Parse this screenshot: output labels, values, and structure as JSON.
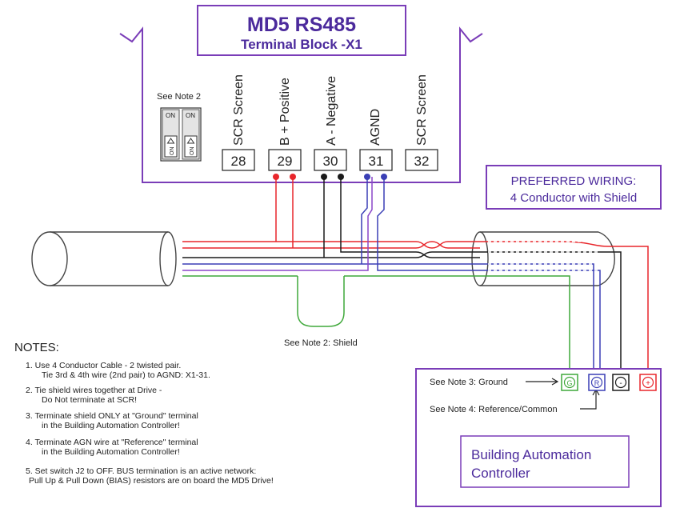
{
  "header": {
    "title": "MD5 RS485",
    "subtitle": "Terminal Block -X1"
  },
  "switch_note": "See Note 2",
  "switch_on_labels": [
    "ON",
    "ON",
    "ON",
    "ON"
  ],
  "terminals": [
    {
      "number": "28",
      "label": "SCR  Screen"
    },
    {
      "number": "29",
      "label": "B + Positive"
    },
    {
      "number": "30",
      "label": "A - Negative"
    },
    {
      "number": "31",
      "label": "AGND"
    },
    {
      "number": "32",
      "label": "SCR  Screen"
    }
  ],
  "preferred_wiring": {
    "line1": "PREFERRED WIRING:",
    "line2": "4 Conductor with Shield"
  },
  "shield_note": "See Note 2: Shield",
  "controller": {
    "ground_note": "See Note 3: Ground",
    "reference_note": "See Note 4:  Reference/Common",
    "terminals": [
      "G",
      "R",
      "-",
      "+"
    ],
    "title_line1": "Building Automation",
    "title_line2": "Controller"
  },
  "notes": {
    "heading": "NOTES:",
    "lines": [
      "1.  Use 4 Conductor Cable - 2 twisted pair.",
      "Tie 3rd & 4th wire (2nd pair) to AGND: X1-31.",
      "2.  Tie shield wires together at Drive -",
      "Do Not terminate at SCR!",
      "3.  Terminate shield ONLY at \"Ground\" terminal",
      "in the Building Automation Controller!",
      "4.  Terminate AGN wire at \"Reference\" terminal",
      "in the Building Automation Controller!",
      "5.  Set switch J2 to OFF.  BUS termination is an active network:",
      "Pull Up & Pull Down (BIAS) resistors are on board the MD5 Drive!"
    ]
  },
  "colors": {
    "red": "#e8262b",
    "black": "#1a1a1a",
    "blue": "#3a3fb5",
    "purple": "#8a47c8",
    "green": "#3fa83a",
    "border": "#7a3db8",
    "title": "#4b2a9c"
  }
}
